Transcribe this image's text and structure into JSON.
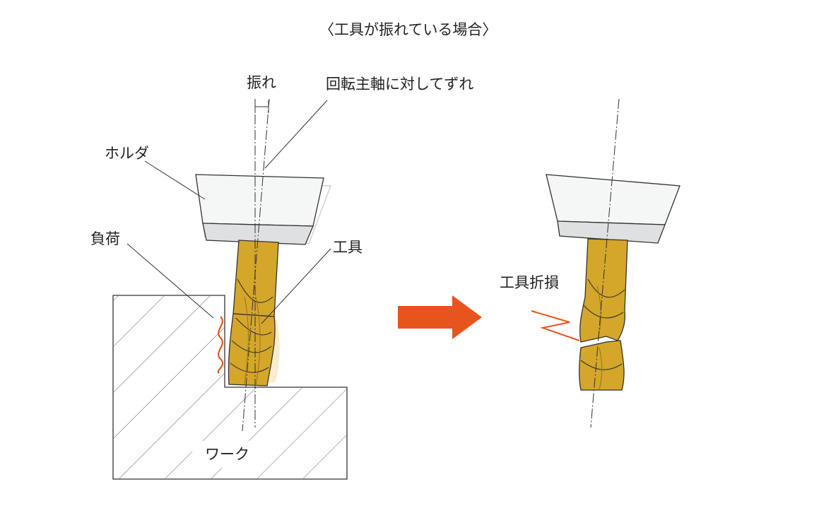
{
  "title": "〈工具が振れている場合〉",
  "labels": {
    "runout": "振れ",
    "offset": "回転主軸に対してずれ",
    "holder": "ホルダ",
    "load": "負荷",
    "tool": "工具",
    "workpiece": "ワーク",
    "breakage": "工具折損"
  },
  "colors": {
    "tool_gold": "#d4a62a",
    "tool_gold_dark": "#9c7412",
    "arrow": "#e8541e",
    "load_wave": "#e8541e",
    "holder_fill": "#f4f5f5",
    "holder_band": "#dfe0e1",
    "hatch": "#555555"
  }
}
